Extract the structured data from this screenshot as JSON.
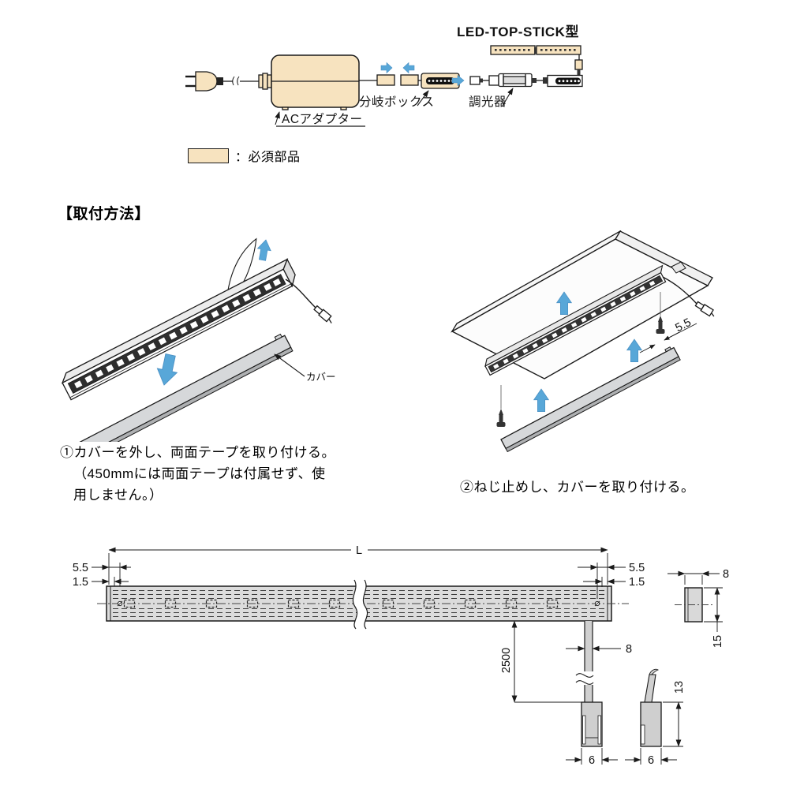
{
  "colors": {
    "required_fill": "#f7e3bf",
    "arrow_blue": "#58a7d8",
    "line": "#1a1a1a",
    "gray_strip": "#dcdcdc",
    "gray_cover": "#d6d8da"
  },
  "top_diagram": {
    "title": "LED-TOP-STICK型",
    "ac_adapter_label": "ACアダプター",
    "branch_box_label": "分岐ボックス",
    "dimmer_label": "調光器"
  },
  "legend": {
    "text": "：必須部品"
  },
  "install": {
    "section_title": "【取付方法】",
    "step1": {
      "cover_label": "カバー",
      "caption_line1": "①カバーを外し、両面テープを取り付ける。",
      "caption_line2": "（450mmには両面テープは付属せず、使",
      "caption_line3": "用しません。）"
    },
    "step2": {
      "screw_offset_dim": "5.5",
      "caption": "②ねじ止めし、カバーを取り付ける。"
    }
  },
  "drawing": {
    "length_label": "L",
    "left_end_offset": "5.5",
    "left_inner_offset": "1.5",
    "right_end_offset": "5.5",
    "right_inner_offset": "1.5",
    "cable_length": "2500",
    "cable_width": "8",
    "section_width": "8",
    "section_height": "15",
    "plug_front_width": "6",
    "plug_side_width": "6",
    "plug_side_height": "13"
  }
}
